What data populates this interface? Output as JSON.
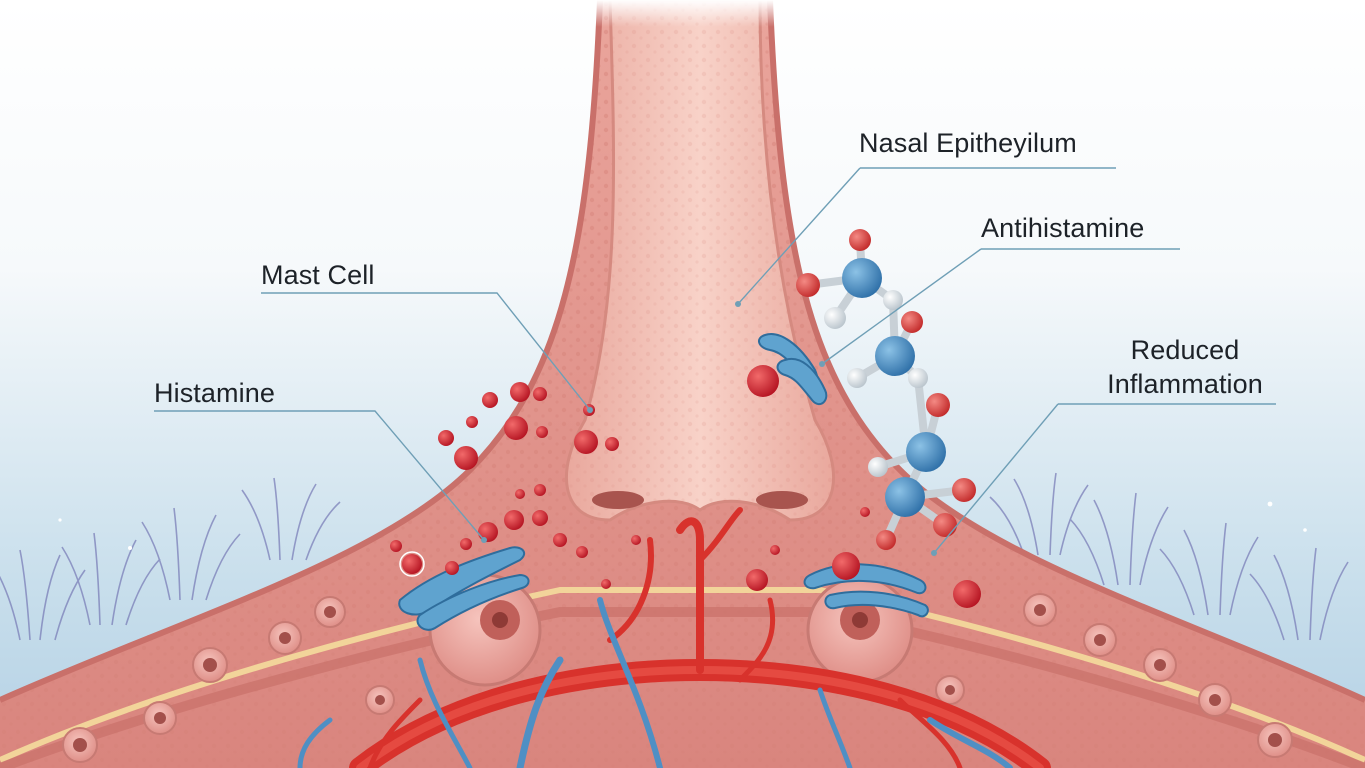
{
  "labels": {
    "nasal_epithelium": "Nasal Epitheyilum",
    "antihistamine": "Antihistamine",
    "mast_cell": "Mast Cell",
    "histamine": "Histamine",
    "reduced_line1": "Reduced",
    "reduced_line2": "Inflammation"
  },
  "colors": {
    "skin": "#f1b8ad",
    "tissue": "#e9a7a0",
    "artery": "#d8322c",
    "vein": "#4f8fc4",
    "histamine": "#d42030",
    "molecule_blue": "#3d87c0",
    "molecule_red": "#d8403c",
    "molecule_white": "#e8ecef",
    "leader_line": "#6f9fb6",
    "sky": "#cfe2ee"
  }
}
